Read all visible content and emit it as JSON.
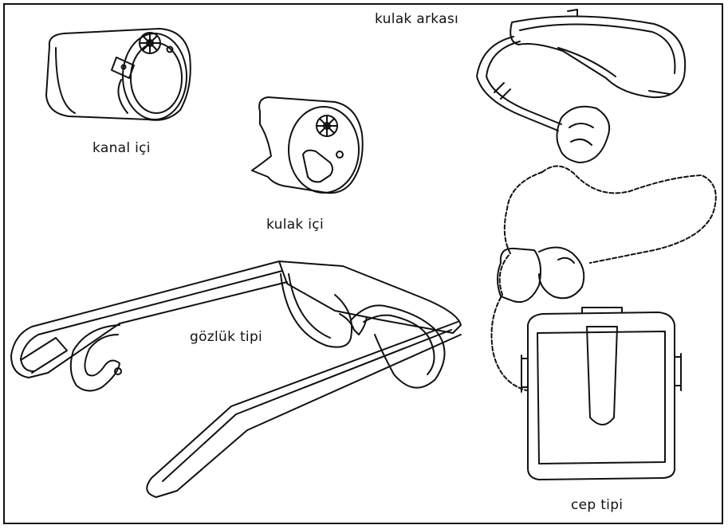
{
  "labels": {
    "kulak_arkasi": "kulak arkası",
    "kanal_ici": "kanal içi",
    "kulak_ici": "kulak içi",
    "gozluk_tipi": "gözlük tipi",
    "cep_tipi": "cep tipi"
  }
}
